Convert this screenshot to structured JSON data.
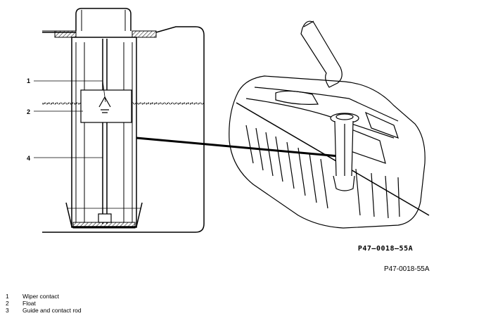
{
  "diagram": {
    "callouts": [
      {
        "id": "1",
        "label": "1"
      },
      {
        "id": "2",
        "label": "2"
      },
      {
        "id": "4",
        "label": "4"
      }
    ],
    "inline_code": "P47–0018–55A",
    "caption_code": "P47-0018-55A"
  },
  "legend": {
    "items": [
      {
        "number": "1",
        "text": "Wiper contact"
      },
      {
        "number": "2",
        "text": "Float"
      },
      {
        "number": "3",
        "text": "Guide and contact rod"
      }
    ]
  }
}
